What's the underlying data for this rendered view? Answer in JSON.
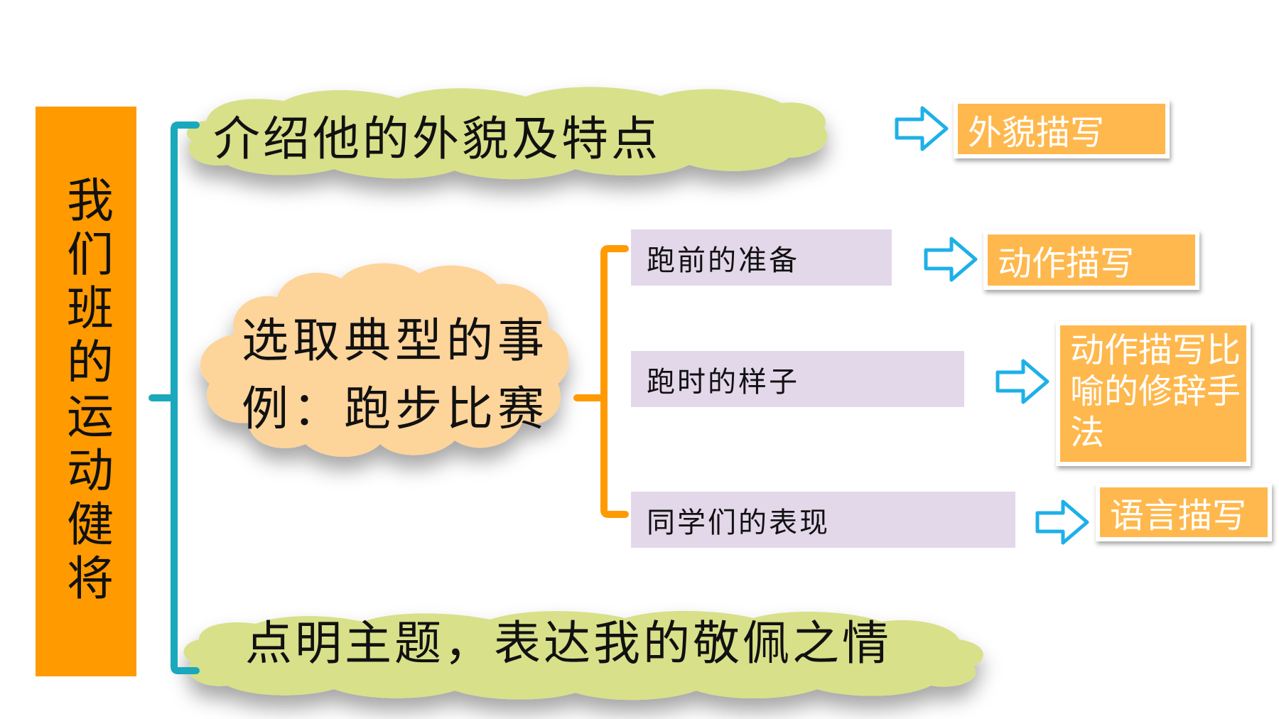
{
  "title": "我们班的运动健将",
  "branches": {
    "appearance": {
      "text": "介绍他的外貌及特点",
      "tag": "外貌描写"
    },
    "example": {
      "text": "选取典型的事例：跑步比赛",
      "subitems": [
        {
          "label": "跑前的准备",
          "tag": "动作描写"
        },
        {
          "label": "跑时的样子",
          "tag": "动作描写比喻的修辞手法"
        },
        {
          "label": "同学们的表现",
          "tag": "语言描写"
        }
      ]
    },
    "theme": {
      "text": "点明主题，表达我的敬佩之情"
    }
  },
  "colors": {
    "title_bg": "#ff9a00",
    "cloud_green": "#d8e08a",
    "cloud_peach": "#fdd49a",
    "subbox_bg": "#e3d7ea",
    "tag_bg": "#ffb84d",
    "bracket_teal": "#1aa8bc",
    "bracket_orange": "#ff9a00",
    "arrow_cyan": "#1eb0e8"
  }
}
